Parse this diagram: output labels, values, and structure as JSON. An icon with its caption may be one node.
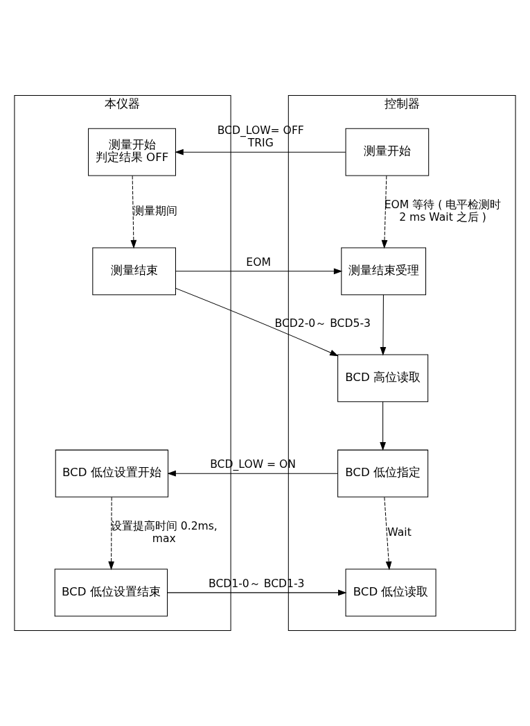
{
  "diagram": {
    "nodes": [
      {
        "text": [
          "本仪器"
        ]
      },
      {
        "text": [
          "控制器"
        ]
      },
      {
        "text": [
          "测量开始"
        ],
        "in": 1
      },
      {
        "text": [
          "测量开始",
          "判定结果 OFF"
        ],
        "in": 0
      },
      {
        "text": [
          "测量结束"
        ],
        "in": 0
      },
      {
        "text": [
          "测量结束受理"
        ],
        "in": 1
      },
      {
        "text": [
          "BCD 高位读取"
        ],
        "in": 1
      },
      {
        "text": [
          "BCD 低位指定"
        ],
        "in": 1
      },
      {
        "text": [
          "BCD 低位设置开始"
        ],
        "in": 0
      },
      {
        "text": [
          "BCD 低位设置结束"
        ],
        "in": 0
      },
      {
        "text": [
          "BCD 低位读取"
        ],
        "in": 1
      }
    ],
    "edges": [
      {
        "from": 2,
        "to": 3,
        "arrow": "to",
        "label": "BCD_LOW= OFF TRIG"
      },
      {
        "from": 3,
        "to": 4,
        "arrow": "to",
        "style": "dashed",
        "label": "测量期间"
      },
      {
        "from": 2,
        "to": 5,
        "arrow": "to",
        "style": "dashed",
        "label": "EOM 等待 ( 电平检测时 2 ms Wait 之后 )"
      },
      {
        "from": 4,
        "to": 5,
        "arrow": "to",
        "label": "EOM"
      },
      {
        "from": 4,
        "to": 6,
        "arrow": "to",
        "label": "BCD2-0～ BCD5-3"
      },
      {
        "from": 5,
        "to": 6,
        "arrow": "to"
      },
      {
        "from": 6,
        "to": 7,
        "arrow": "to"
      },
      {
        "from": 7,
        "to": 8,
        "arrow": "to",
        "label": "BCD_LOW = ON"
      },
      {
        "from": 8,
        "to": 9,
        "arrow": "to",
        "style": "dashed",
        "label": "设置提高时间 0.2ms, max"
      },
      {
        "from": 7,
        "to": 10,
        "arrow": "to",
        "style": "dashed",
        "label": "Wait"
      },
      {
        "from": 9,
        "to": 10,
        "arrow": "to",
        "label": "BCD1-0～ BCD1-3"
      }
    ]
  }
}
